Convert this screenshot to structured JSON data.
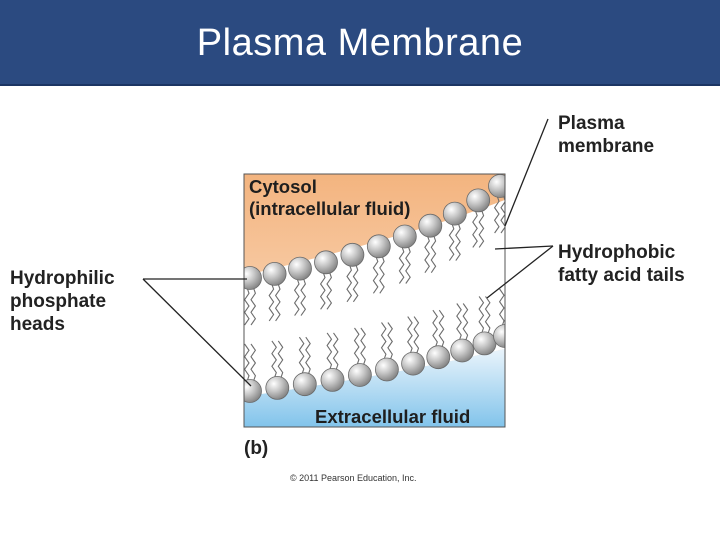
{
  "slide": {
    "title": "Plasma Membrane"
  },
  "figure": {
    "regions": {
      "cytosol_line1": "Cytosol",
      "cytosol_line2": "(intracellular fluid)",
      "extracellular": "Extracellular fluid"
    },
    "labels": {
      "plasma_membrane": [
        "Plasma",
        "membrane"
      ],
      "hydrophobic_tails": [
        "Hydrophobic",
        "fatty acid tails"
      ],
      "hydrophilic_heads": [
        "Hydrophilic",
        "phosphate",
        "heads"
      ]
    },
    "panel_letter": "(b)",
    "copyright": "© 2011 Pearson Education, Inc."
  },
  "colors": {
    "title_bar": "#2b4a80",
    "title_text": "#ffffff",
    "cytosol_top": "#f3b47f",
    "cytosol_bottom": "#fde6d2",
    "extracellular_top": "#eef6fc",
    "extracellular_bottom": "#7cc1ea",
    "phospholipid_head": "#b8b8b8",
    "leader_line": "#222222"
  }
}
